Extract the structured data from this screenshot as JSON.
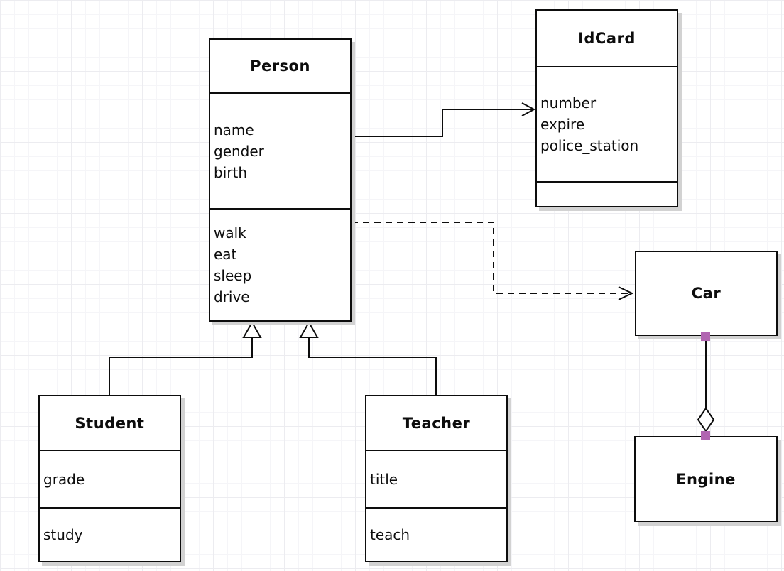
{
  "diagram": {
    "classes": {
      "person": {
        "title": "Person",
        "attributes": [
          "name",
          "gender",
          "birth"
        ],
        "methods": [
          "walk",
          "eat",
          "sleep",
          "drive"
        ]
      },
      "idcard": {
        "title": "IdCard",
        "attributes": [
          "number",
          "expire",
          "police_station"
        ],
        "methods": []
      },
      "car": {
        "title": "Car",
        "attributes": [],
        "methods": []
      },
      "engine": {
        "title": "Engine",
        "attributes": [],
        "methods": []
      },
      "student": {
        "title": "Student",
        "attributes": [
          "grade"
        ],
        "methods": [
          "study"
        ]
      },
      "teacher": {
        "title": "Teacher",
        "attributes": [
          "title"
        ],
        "methods": [
          "teach"
        ]
      }
    },
    "relationships": [
      {
        "from": "Person",
        "to": "IdCard",
        "type": "association",
        "line": "solid",
        "arrow": "open"
      },
      {
        "from": "Person",
        "to": "Car",
        "type": "dependency",
        "line": "dashed",
        "arrow": "open"
      },
      {
        "from": "Student",
        "to": "Person",
        "type": "inheritance",
        "line": "solid",
        "arrow": "hollow-triangle"
      },
      {
        "from": "Teacher",
        "to": "Person",
        "type": "inheritance",
        "line": "solid",
        "arrow": "hollow-triangle"
      },
      {
        "from": "Car",
        "to": "Engine",
        "type": "aggregation",
        "line": "solid",
        "arrow": "hollow-diamond"
      }
    ],
    "colors": {
      "box_border": "#0d0d0d",
      "box_fill": "#ffffff",
      "shadow": "#d2d2d2",
      "grid_line": "#f5f5f8",
      "background": "#ffffff",
      "endpoint_handle": "#b165b1"
    }
  }
}
